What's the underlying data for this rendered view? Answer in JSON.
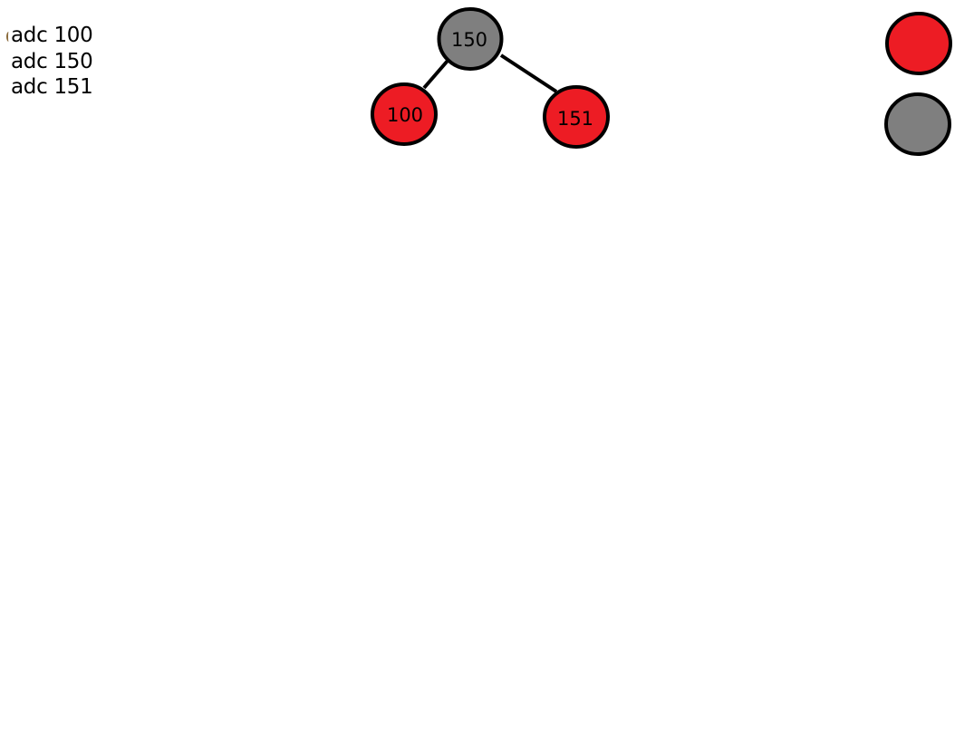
{
  "commands": [
    "adc 100",
    "adc 150",
    "adc 151"
  ],
  "tree": {
    "nodes": [
      {
        "id": "root",
        "label": "150",
        "color": "gray"
      },
      {
        "id": "left",
        "label": "100",
        "color": "red"
      },
      {
        "id": "right",
        "label": "151",
        "color": "red"
      }
    ],
    "edges": [
      {
        "from": "root",
        "to": "left"
      },
      {
        "from": "root",
        "to": "right"
      }
    ]
  },
  "legend": [
    {
      "color": "red"
    },
    {
      "color": "gray"
    }
  ],
  "colors": {
    "red": "#ed1c24",
    "gray": "#7f7f7f",
    "stroke": "#000000",
    "background": "#ffffff"
  }
}
